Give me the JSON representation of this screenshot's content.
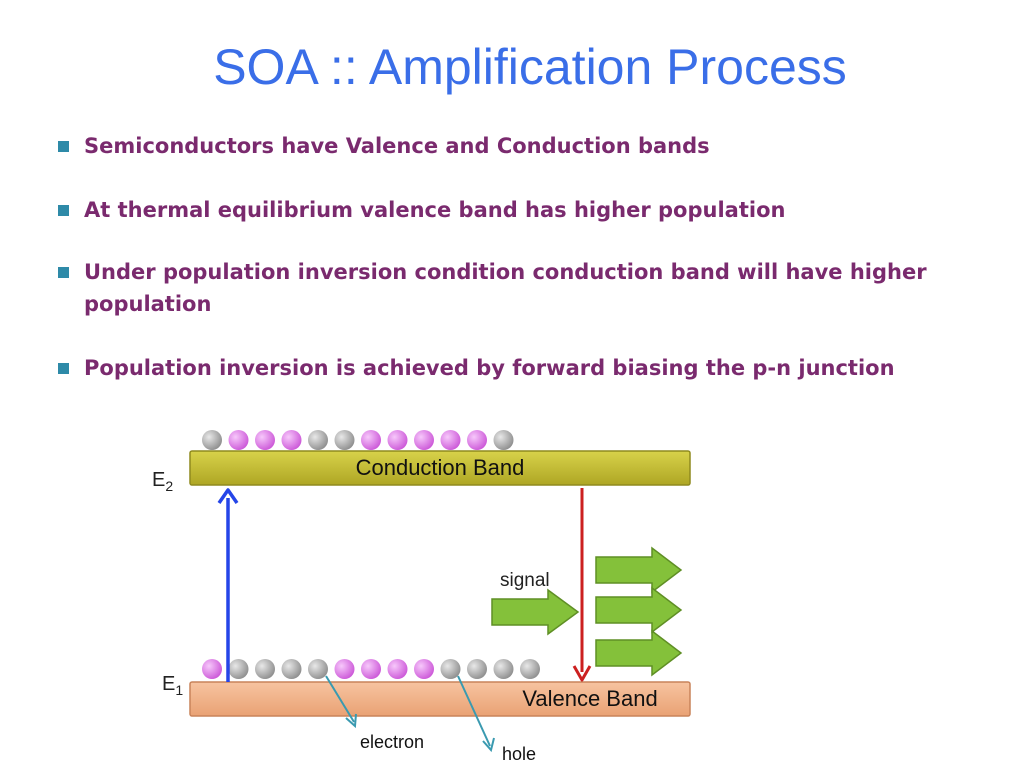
{
  "slide": {
    "title": "SOA :: Amplification Process",
    "bullets": [
      "Semiconductors have Valence and Conduction bands",
      "At thermal equilibrium  valence band has higher population",
      "Under population inversion condition conduction band will have higher population",
      "Population inversion is achieved by forward biasing the p-n junction"
    ]
  },
  "diagram": {
    "conduction_band_label": "Conduction Band",
    "valence_band_label": "Valence Band",
    "e2_main": "E",
    "e2_sub": "2",
    "e1_main": "E",
    "e1_sub": "1",
    "signal_label": "signal",
    "electron_label": "electron",
    "hole_label": "hole",
    "colors": {
      "conduction_band": "#c9c23a",
      "valence_band": "#f2b48a",
      "electron": "#d66be0",
      "hole": "#a8a8a8",
      "pump_arrow": "#2545e8",
      "emission_arrow": "#cc2020",
      "signal_arrow": "#84c13a",
      "pointer": "#3a9ab0"
    },
    "top_particles": [
      "hole",
      "electron",
      "electron",
      "electron",
      "hole",
      "hole",
      "electron",
      "electron",
      "electron",
      "electron",
      "electron",
      "hole"
    ],
    "bottom_particles": [
      "electron",
      "hole",
      "hole",
      "hole",
      "hole",
      "electron",
      "electron",
      "electron",
      "electron",
      "hole",
      "hole",
      "hole",
      "hole"
    ]
  }
}
